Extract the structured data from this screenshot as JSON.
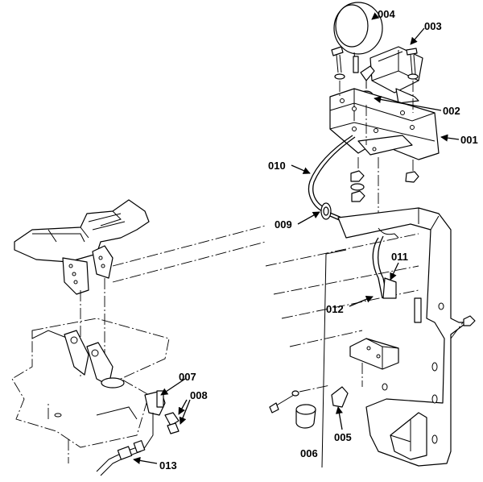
{
  "callouts": [
    {
      "id": "001",
      "label": "001"
    },
    {
      "id": "002",
      "label": "002"
    },
    {
      "id": "003",
      "label": "003"
    },
    {
      "id": "004",
      "label": "004"
    },
    {
      "id": "005",
      "label": "005"
    },
    {
      "id": "006",
      "label": "006"
    },
    {
      "id": "007",
      "label": "007"
    },
    {
      "id": "008",
      "label": "008"
    },
    {
      "id": "009",
      "label": "009"
    },
    {
      "id": "010",
      "label": "010"
    },
    {
      "id": "011",
      "label": "011"
    },
    {
      "id": "012",
      "label": "012"
    },
    {
      "id": "013",
      "label": "013"
    }
  ]
}
